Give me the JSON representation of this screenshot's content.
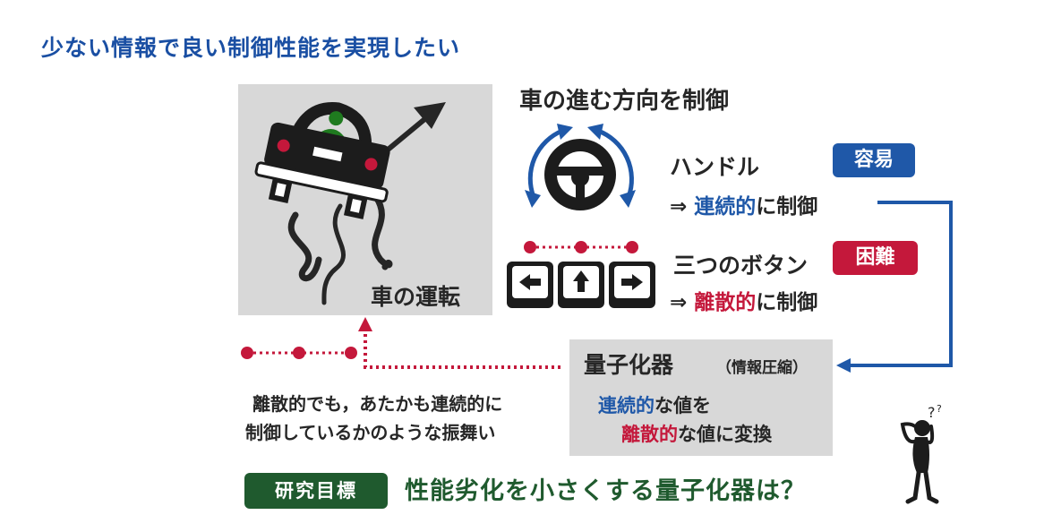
{
  "title": "少ない情報で良い制御性能を実現したい",
  "car_panel": {
    "label": "車の運転"
  },
  "steering": {
    "title": "車の進む方向を制御",
    "handle_label": "ハンドル",
    "easy_badge": "容易",
    "arrow_symbol": "⇒",
    "continuous_word": "連続的",
    "continuous_rest": "に制御"
  },
  "buttons": {
    "label": "三つのボタン",
    "hard_badge": "困難",
    "arrow_symbol": "⇒",
    "discrete_word": "離散的",
    "discrete_rest": "に制御"
  },
  "quantizer": {
    "title": "量子化器",
    "subtitle": "（情報圧縮）",
    "line1_colored": "連続的",
    "line1_rest": "な値を",
    "line2_colored": "離散的",
    "line2_rest": "な値に変換"
  },
  "behavior": {
    "line1": "離散的でも，あたかも連続的に",
    "line2": "制御しているかのような振舞い"
  },
  "goal": {
    "badge": "研究目標",
    "text": "性能劣化を小さくする量子化器は？"
  },
  "icons": {
    "car": "car-drifting-icon",
    "steering_wheel": "steering-wheel-icon",
    "arrow_keys": "arrow-keys-icon",
    "thinking_person": "thinking-person-icon"
  },
  "colors": {
    "title_blue": "#1a4fa3",
    "accent_blue": "#1f58a8",
    "accent_red": "#c4183b",
    "goal_green": "#1f5a2e",
    "panel_gray": "#d8d8d8"
  }
}
